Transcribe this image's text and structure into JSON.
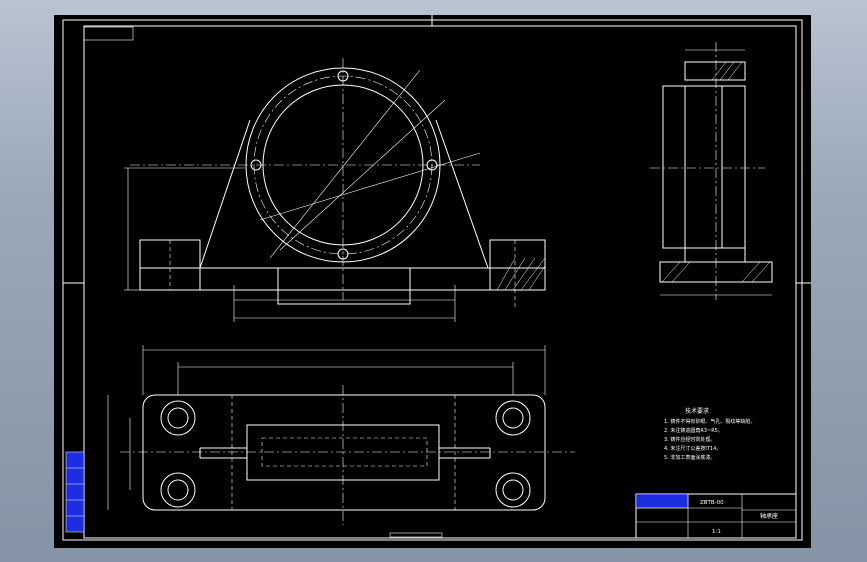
{
  "viewport": {
    "background_color": "#9aa8b9",
    "paper_color": "#000000",
    "line_color": "#ffffff",
    "accent_color": "#1d2ee0"
  },
  "drawing": {
    "title": "轴承座",
    "drawing_number": "ZBTB-00",
    "scale_label": "1:1",
    "tech_title": "技术要求",
    "tech_notes": [
      "1. 铸件不得有砂眼、气孔、裂纹等缺陷。",
      "2. 未注铸造圆角R3~R5。",
      "3. 铸件应经时效处理。",
      "4. 未注尺寸公差按IT14。",
      "5. 非加工表面涂底漆。"
    ]
  }
}
